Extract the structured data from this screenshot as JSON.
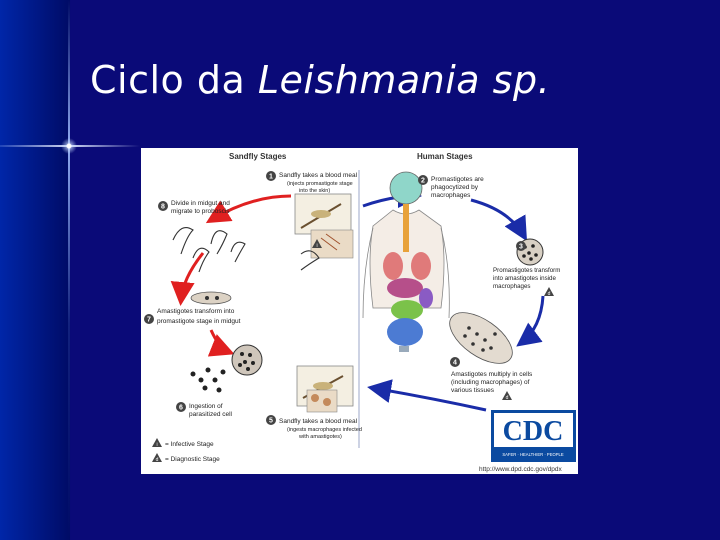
{
  "slide": {
    "title_plain": "Ciclo da ",
    "title_italic": "Leishmania sp."
  },
  "figure": {
    "sandfly_header": "Sandfly Stages",
    "human_header": "Human Stages",
    "steps": [
      {
        "num": "1",
        "line1": "Sandfly takes a blood meal",
        "line2": "(injects promastigote stage",
        "line3": "into the skin)"
      },
      {
        "num": "2",
        "line1": "Promastigotes are",
        "line2": "phagocytized by",
        "line3": "macrophages"
      },
      {
        "num": "3",
        "line1": "Promastigotes transform",
        "line2": "into amastigotes inside",
        "line3": "macrophages"
      },
      {
        "num": "4",
        "line1": "Amastigotes multiply in cells",
        "line2": "(including macrophages) of",
        "line3": "various tissues"
      },
      {
        "num": "5",
        "line1": "Sandfly takes a blood meal",
        "line2": "(ingests macrophages infected",
        "line3": "with amastigotes)"
      },
      {
        "num": "6",
        "line1": "Ingestion of",
        "line2": "parasitized cell",
        "line3": ""
      },
      {
        "num": "7",
        "line1": "Amastigotes transform into",
        "line2": "promastigote stage in midgut",
        "line3": ""
      },
      {
        "num": "8",
        "line1": "Divide in midgut and",
        "line2": "migrate to proboscis",
        "line3": ""
      }
    ],
    "legend": {
      "infective_symbol": "i",
      "infective_label": "= Infective Stage",
      "diagnostic_symbol": "d",
      "diagnostic_label": "= Diagnostic Stage"
    },
    "markers": {
      "stage1": "i",
      "stage3": "d",
      "stage4": "d"
    },
    "logo_text": "CDC",
    "logo_tagline": "SAFER · HEALTHIER · PEOPLE",
    "url": "http://www.dpd.cdc.gov/dpdx"
  },
  "colors": {
    "arrow_red": "#e02020",
    "arrow_blue": "#1a2ca8",
    "cdc_blue": "#0b4aa0",
    "slide_bg": "#0a0a7a"
  }
}
